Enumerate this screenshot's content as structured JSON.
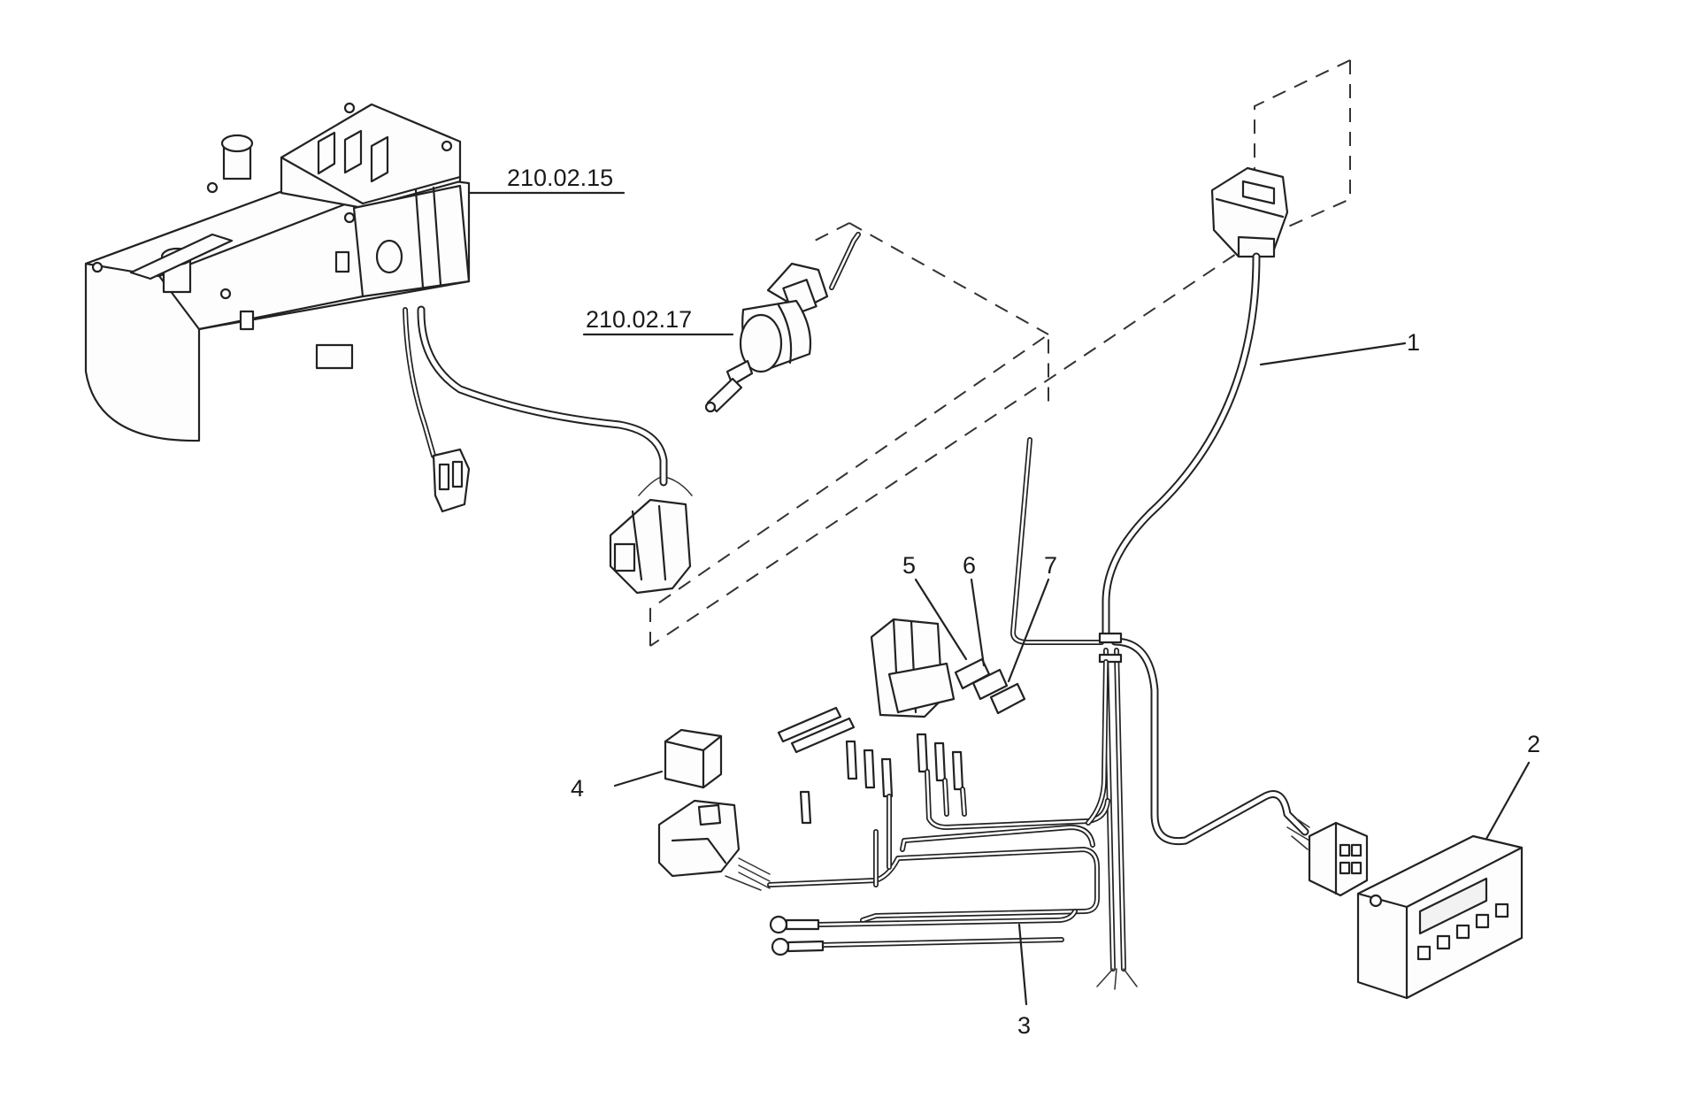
{
  "callouts": {
    "heater": "210.02.15",
    "pump": "210.02.17",
    "item1": "1",
    "item2": "2",
    "item3": "3",
    "item4": "4",
    "item5": "5",
    "item6": "6",
    "item7": "7"
  }
}
